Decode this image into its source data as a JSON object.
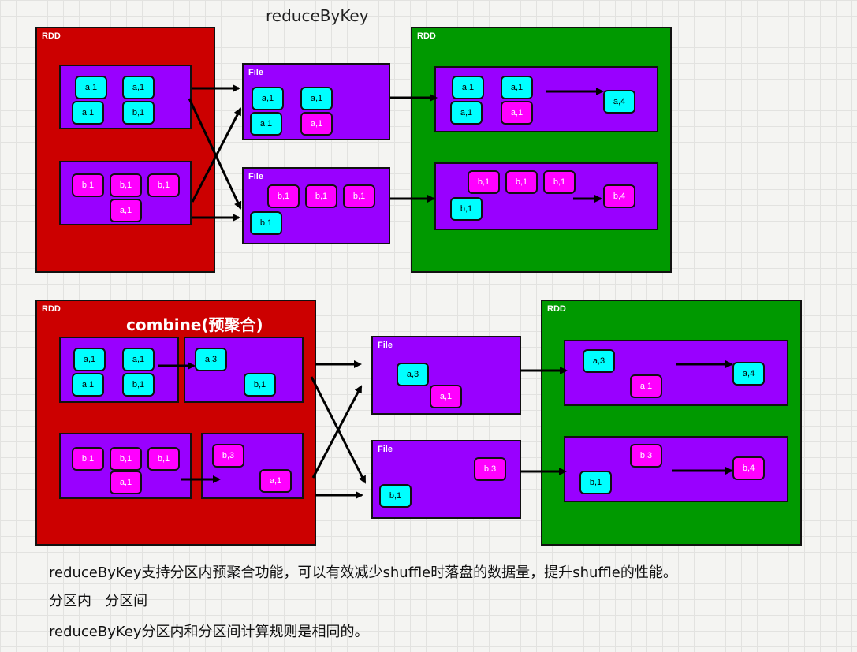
{
  "diagram": {
    "title_top": "reduceByKey",
    "combine_label": "combine(预聚合)",
    "rdd_label": "RDD",
    "file_label": "File",
    "colors": {
      "rdd_red": "#cc0000",
      "rdd_green": "#009900",
      "partition": "#9900ff",
      "key_a": "#00ffff",
      "key_b": "#ff00ff"
    },
    "top": {
      "part1_items": [
        "a,1",
        "a,1",
        "a,1",
        "b,1"
      ],
      "part2_items": [
        "b,1",
        "b,1",
        "b,1",
        "a,1"
      ],
      "file1_items": [
        "a,1",
        "a,1",
        "a,1",
        "a,1"
      ],
      "file2_items": [
        "b,1",
        "b,1",
        "b,1",
        "b,1"
      ],
      "out1_items": [
        "a,1",
        "a,1",
        "a,1",
        "a,1"
      ],
      "out1_result": "a,4",
      "out2_items": [
        "b,1",
        "b,1",
        "b,1",
        "b,1"
      ],
      "out2_result": "b,4"
    },
    "bottom": {
      "part1_items": [
        "a,1",
        "a,1",
        "a,1",
        "b,1"
      ],
      "part1_combined": [
        "a,3",
        "b,1"
      ],
      "part2_items": [
        "b,1",
        "b,1",
        "b,1",
        "a,1"
      ],
      "part2_combined": [
        "b,3",
        "a,1"
      ],
      "file1_items": [
        "a,3",
        "a,1"
      ],
      "file2_items": [
        "b,3",
        "b,1"
      ],
      "out1_items": [
        "a,3",
        "a,1"
      ],
      "out1_result": "a,4",
      "out2_items": [
        "b,3",
        "b,1"
      ],
      "out2_result": "b,4"
    }
  },
  "notes": {
    "line1": "reduceByKey支持分区内预聚合功能，可以有效减少shuffle时落盘的数据量，提升shuffle的性能。",
    "line2": "分区内   分区间",
    "line3": "reduceByKey分区内和分区间计算规则是相同的。"
  }
}
